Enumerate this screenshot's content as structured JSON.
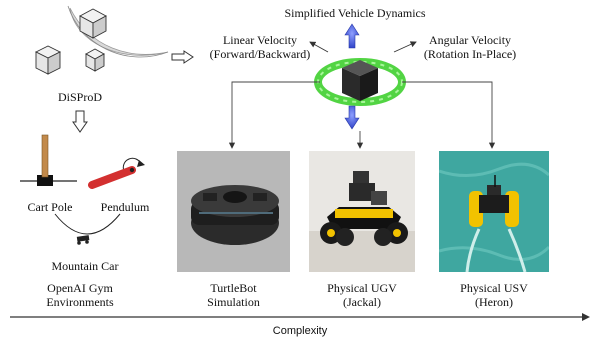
{
  "diagram": {
    "top_title": "Simplified Vehicle Dynamics",
    "disprod": "DiSProD",
    "linear_velocity": [
      "Linear Velocity",
      "(Forward/Backward)"
    ],
    "angular_velocity": [
      "Angular Velocity",
      "(Rotation In-Place)"
    ],
    "gym": {
      "cart_pole": "Cart Pole",
      "pendulum": "Pendulum",
      "mountain_car": "Mountain Car",
      "group_label": [
        "OpenAI Gym",
        "Environments"
      ]
    },
    "platforms": [
      {
        "line1": "TurtleBot",
        "line2": "Simulation"
      },
      {
        "line1": "Physical UGV",
        "line2": "(Jackal)"
      },
      {
        "line1": "Physical USV",
        "line2": "(Heron)"
      }
    ],
    "axis_label": "Complexity",
    "colors": {
      "ring_green": "#3fcf2f",
      "arrow_blue": "#4a5fd6",
      "jackal_yellow": "#f2c200",
      "water": "#3fa7a0"
    }
  }
}
